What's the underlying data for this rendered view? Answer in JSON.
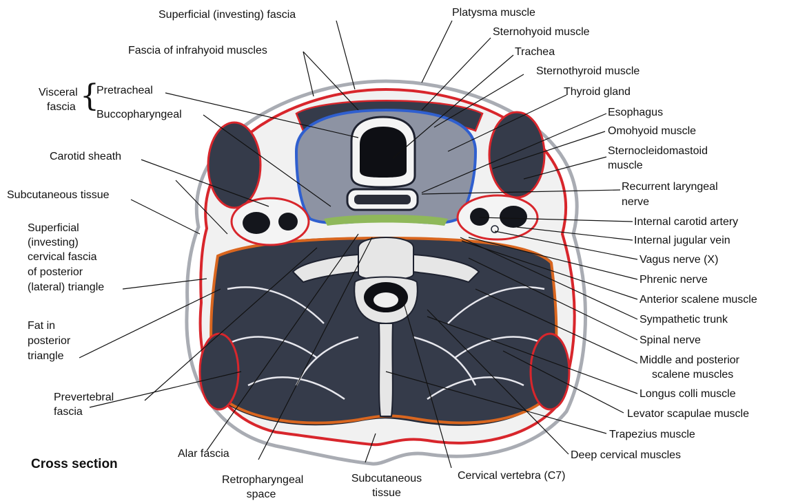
{
  "labels": {
    "superficial_investing_fascia": "Superficial (investing) fascia",
    "platysma": "Platysma muscle",
    "sternohyoid": "Sternohyoid muscle",
    "fascia_infrahyoid": "Fascia of infrahyoid muscles",
    "trachea": "Trachea",
    "sternothyroid": "Sternothyroid muscle",
    "visceral_fascia_l1": "Visceral",
    "visceral_fascia_l2": "fascia",
    "pretracheal": "Pretracheal",
    "thyroid_gland": "Thyroid gland",
    "buccopharyngeal": "Buccopharyngeal",
    "esophagus": "Esophagus",
    "omohyoid": "Omohyoid muscle",
    "carotid_sheath": "Carotid sheath",
    "scm_l1": "Sternocleidomastoid",
    "scm_l2": "muscle",
    "subcutaneous_tissue_left": "Subcutaneous tissue",
    "recurrent_laryngeal_l1": "Recurrent laryngeal",
    "recurrent_laryngeal_l2": "nerve",
    "internal_carotid": "Internal carotid artery",
    "superficial_cervical_l1": "Superficial",
    "superficial_cervical_l2": "(investing)",
    "superficial_cervical_l3": "cervical fascia",
    "superficial_cervical_l4": "of posterior",
    "superficial_cervical_l5": "(lateral) triangle",
    "internal_jugular": "Internal jugular vein",
    "vagus": "Vagus nerve (X)",
    "phrenic": "Phrenic nerve",
    "anterior_scalene": "Anterior scalene muscle",
    "fat_posterior_l1": "Fat in",
    "fat_posterior_l2": "posterior",
    "fat_posterior_l3": "triangle",
    "sympathetic_trunk": "Sympathetic trunk",
    "spinal_nerve": "Spinal nerve",
    "middle_posterior_scalene_l1": "Middle and posterior",
    "middle_posterior_scalene_l2": "scalene muscles",
    "prevertebral_l1": "Prevertebral",
    "prevertebral_l2": "fascia",
    "longus_colli": "Longus colli muscle",
    "levator_scapulae": "Levator scapulae muscle",
    "trapezius": "Trapezius muscle",
    "alar_fascia": "Alar fascia",
    "deep_cervical": "Deep cervical muscles",
    "cross_section": "Cross section",
    "retropharyngeal_l1": "Retropharyngeal",
    "retropharyngeal_l2": "space",
    "subcutaneous_bottom_l1": "Subcutaneous",
    "subcutaneous_bottom_l2": "tissue",
    "cervical_vertebra": "Cervical vertebra (C7)"
  },
  "colors": {
    "skin_outline": "#a9acb3",
    "investing_fascia_red": "#d8262c",
    "prevertebral_orange": "#d9661f",
    "visceral_blue": "#2f5fcf",
    "muscle_dark": "#353b4a",
    "thyroid_gray": "#8d93a3",
    "pretracheal_green": "#8fb85a",
    "bone_light": "#e6e6e6"
  }
}
